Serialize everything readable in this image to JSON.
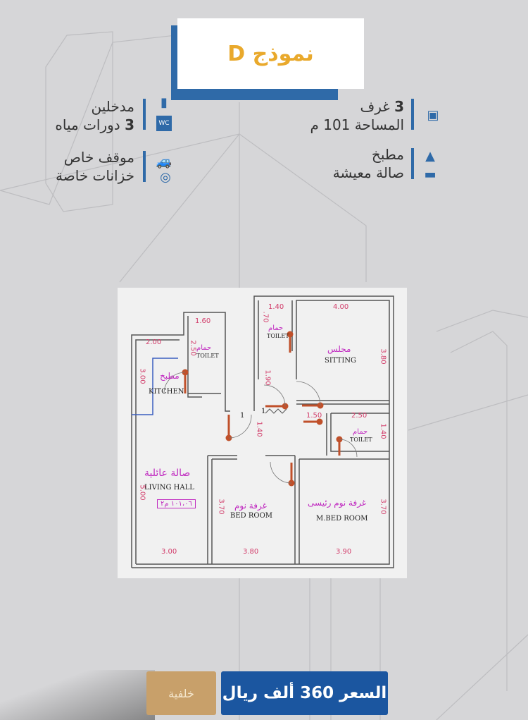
{
  "title": "نموذج D",
  "features": {
    "rooms": {
      "count": "3",
      "label": "غرف"
    },
    "area": "المساحة 101 م",
    "kitchen": "مطبخ",
    "living": "صالة معيشة",
    "entrances": "مدخلين",
    "bathrooms": {
      "count": "3",
      "label": "دورات مياه"
    },
    "parking": "موقف خاص",
    "tanks": "خزانات خاصة",
    "icons": [
      "bed-icon",
      "kitchen-apron-icon",
      "sofa-icon",
      "door-icon",
      "wc-icon",
      "car-icon",
      "tank-icon"
    ]
  },
  "floor_plan": {
    "rooms": {
      "kitchen": {
        "ar": "مطبخ",
        "en": "KITCHEN"
      },
      "toilet1": {
        "ar": "حمام",
        "en": "TOILET"
      },
      "toilet2": {
        "ar": "حمام",
        "en": "TOILET"
      },
      "toilet3": {
        "ar": "حمام",
        "en": "TOILET"
      },
      "sitting": {
        "ar": "مجلس",
        "en": "SITTING"
      },
      "living": {
        "ar": "صالة عائلية",
        "en": "LIVING HALL",
        "area": "١٠١،٠٦ م٢"
      },
      "bed": {
        "ar": "غرفة نوم",
        "en": "BED ROOM"
      },
      "mbed": {
        "ar": "غرفة نوم رئيسى",
        "en": "M.BED ROOM"
      }
    },
    "dims": [
      "2.00",
      "1.60",
      "2.50",
      "3.00",
      "1.40",
      "4.00",
      ".70",
      "3.80",
      "1.90",
      "1.40",
      "1.50",
      "2.50",
      "1.40",
      "5.00",
      "3.70",
      "3.70",
      "3.00",
      "3.80",
      "3.90"
    ],
    "door_marks": [
      "1",
      "1"
    ]
  },
  "buttons": {
    "price": "السعر 360 ألف ريال",
    "background": "خلفية"
  },
  "colors": {
    "accent_blue": "#2f6aa8",
    "title_gold": "#e9a92c",
    "price_blue": "#1b56a0",
    "gold_button": "#c8a06a"
  }
}
